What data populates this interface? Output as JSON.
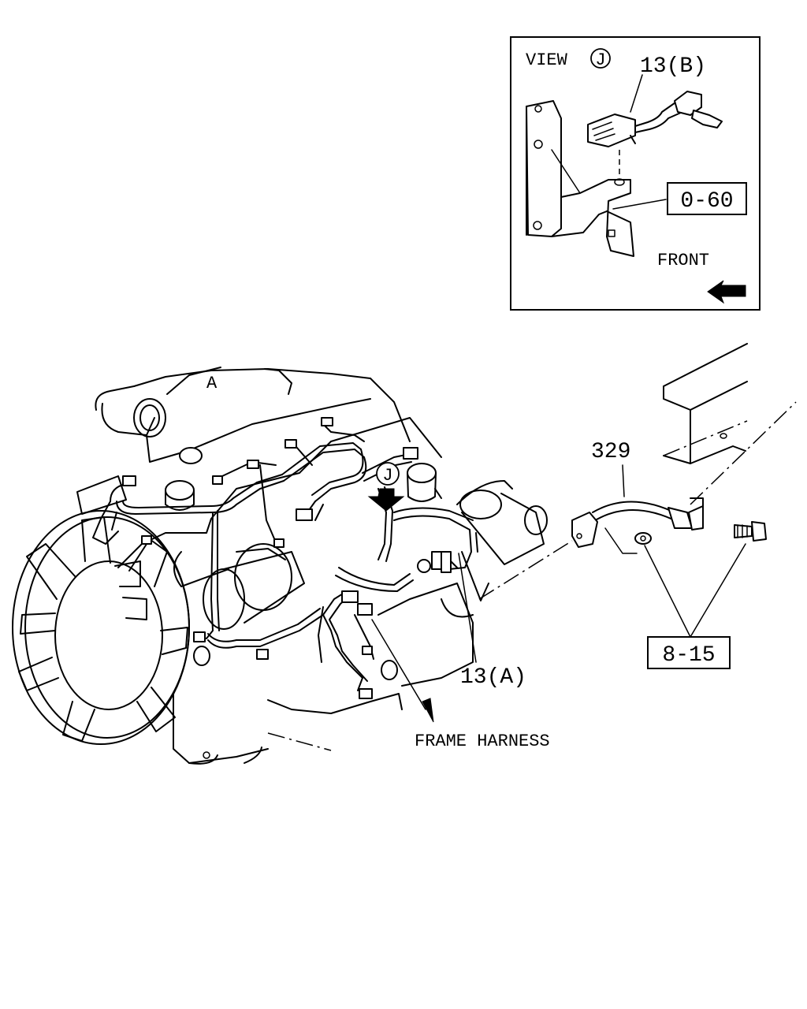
{
  "callouts": {
    "view_label": "VIEW",
    "view_letter": "J",
    "part_13b": "13(B)",
    "ref_0_60": "0-60",
    "front": "FRONT",
    "part_329": "329",
    "part_13a": "13(A)",
    "ref_8_15": "8-15",
    "frame_harness": "FRAME HARNESS",
    "engine_marker": "A",
    "view_marker": "J"
  }
}
